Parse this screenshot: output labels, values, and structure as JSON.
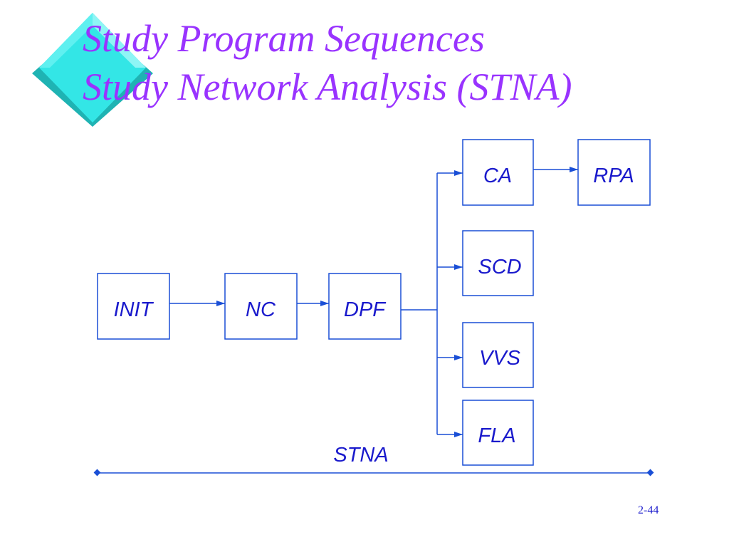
{
  "title": {
    "line1": "Study Program Sequences",
    "line2": "Study Network Analysis (STNA)"
  },
  "colors": {
    "title": "#9933ff",
    "diagram_stroke": "#1a4fd6",
    "diagram_text": "#1a1acc",
    "diamond_face": "#33e6e6",
    "diamond_edge": "#1fb3b3"
  },
  "nodes": {
    "init": "INIT",
    "nc": "NC",
    "dpf": "DPF",
    "ca": "CA",
    "rpa": "RPA",
    "scd": "SCD",
    "vvs": "VVS",
    "fla": "FLA"
  },
  "timeline_label": "STNA",
  "page_number": "2-44"
}
